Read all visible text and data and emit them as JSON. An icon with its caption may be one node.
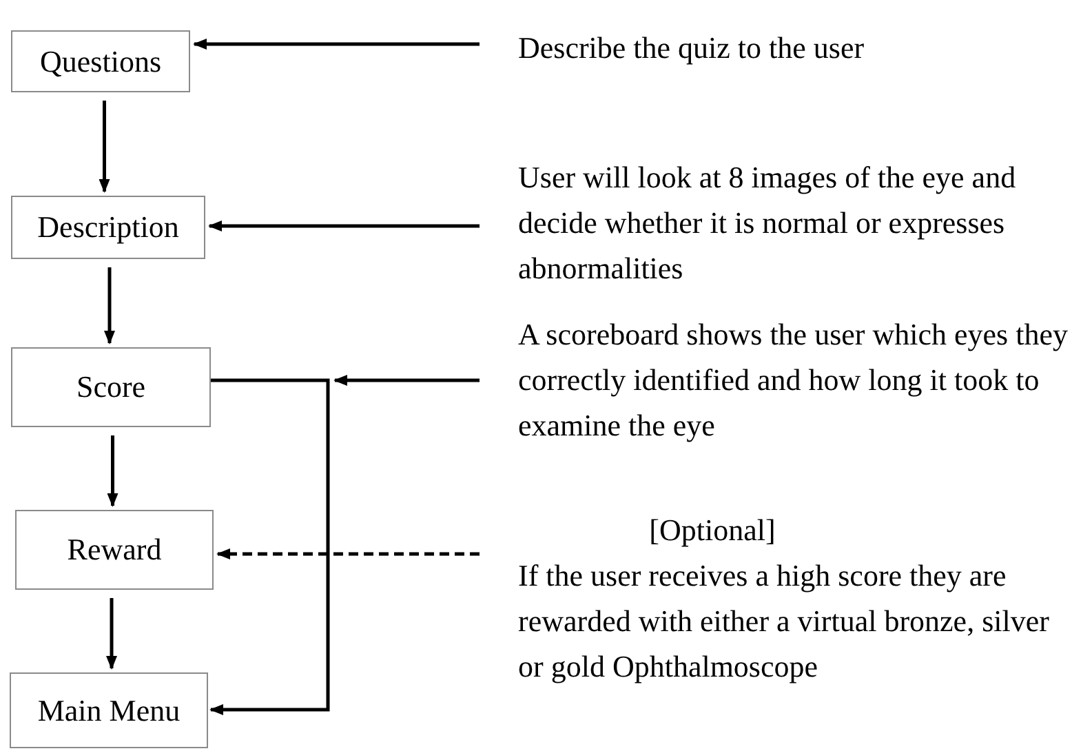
{
  "diagram": {
    "nodes": [
      {
        "text": [
          "Questions"
        ]
      },
      {
        "text": [
          "Description"
        ]
      },
      {
        "text": [
          "Score"
        ]
      },
      {
        "text": [
          "Reward"
        ]
      },
      {
        "text": [
          "Main Menu"
        ]
      },
      {
        "text": [
          "Describe the quiz to the user"
        ]
      },
      {
        "text": [
          "User will look at 8 images of the eye and decide whether it is normal or expresses abnormalities"
        ]
      },
      {
        "text": [
          "A scoreboard shows the user which eyes they correctly identified and how long it took to examine the eye"
        ]
      },
      {
        "text": [
          "[Optional]",
          "If the user receives a high score they are rewarded with either a virtual bronze, silver or gold Ophthalmoscope"
        ]
      }
    ],
    "edges": [
      {
        "from": 0,
        "to": 1,
        "arrow": "to"
      },
      {
        "from": 1,
        "to": 2,
        "arrow": "to"
      },
      {
        "from": 2,
        "to": 3,
        "arrow": "to"
      },
      {
        "from": 3,
        "to": 4,
        "arrow": "to"
      },
      {
        "from": 2,
        "to": 4,
        "arrow": "to"
      },
      {
        "from": 5,
        "to": 0,
        "arrow": "to"
      },
      {
        "from": 6,
        "to": 1,
        "arrow": "to"
      },
      {
        "from": 7,
        "to": null,
        "arrow": "to"
      },
      {
        "from": 8,
        "to": 3,
        "arrow": "to",
        "style": "dashed"
      }
    ]
  }
}
